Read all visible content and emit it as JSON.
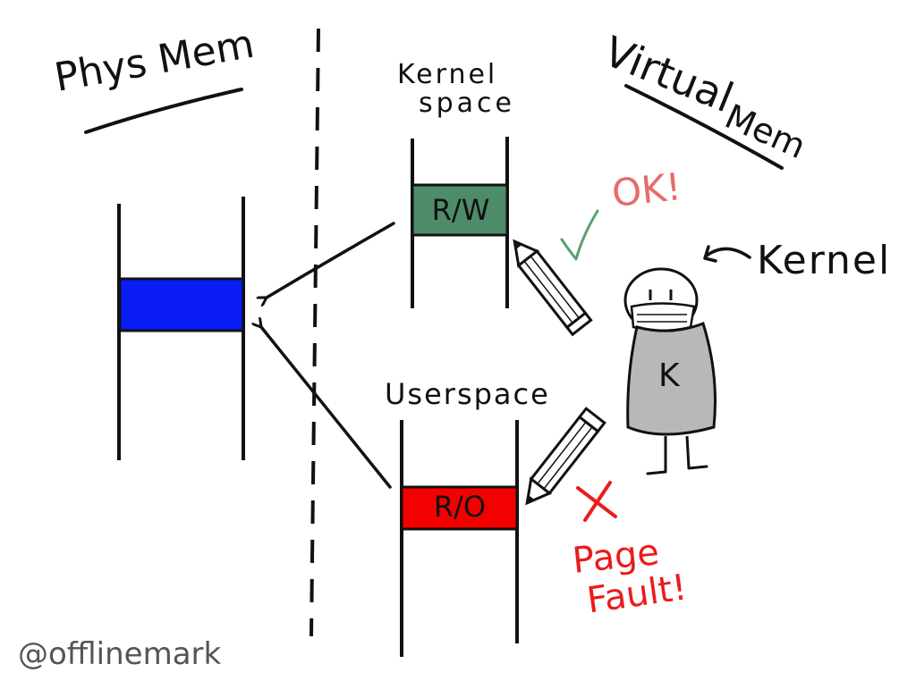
{
  "phys_mem": {
    "title": "Phys Mem",
    "block_color": "#0a1cf5"
  },
  "kernel_space": {
    "title_line1": "Kernel",
    "title_line2": "space",
    "block_label": "R/W",
    "block_color": "#4e8c69"
  },
  "userspace": {
    "title": "Userspace",
    "block_label": "R/O",
    "block_color": "#f40000"
  },
  "virtual_mem": {
    "title_line1": "Virtual",
    "title_line2": "Mem"
  },
  "ok_text": "OK!",
  "ok_color": "#e86b6b",
  "check_color": "#5aa06e",
  "kernel_char": {
    "label": "Kernel",
    "shirt_letter": "K",
    "shirt_color": "#b8b8b8"
  },
  "page_fault": {
    "line1": "Page",
    "line2": "Fault!",
    "color": "#ea1c1c"
  },
  "signature": "@offlinemark"
}
